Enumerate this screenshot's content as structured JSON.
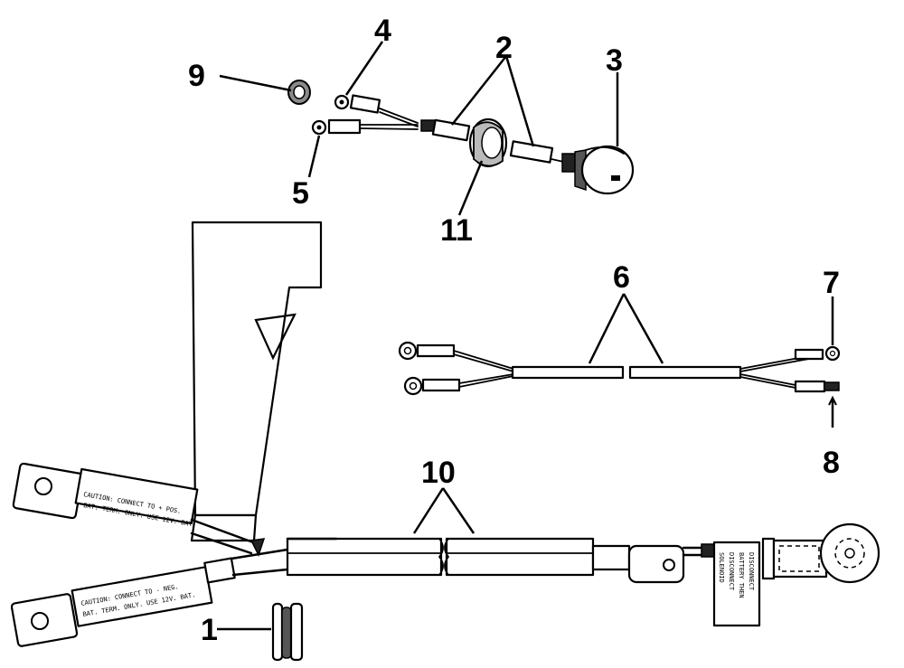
{
  "callouts": {
    "c1": "1",
    "c2": "2",
    "c3": "3",
    "c4": "4",
    "c5": "5",
    "c6": "6",
    "c7": "7",
    "c8": "8",
    "c9": "9",
    "c10": "10",
    "c11": "11"
  },
  "labels": {
    "positive_line1": "CAUTION: CONNECT TO + POS.",
    "positive_line2": "BAT. TERM. ONLY. USE 12V. BAT.",
    "negative_line1": "CAUTION: CONNECT TO - NEG.",
    "negative_line2": "BAT. TERM. ONLY. USE 12V. BAT.",
    "solenoid_line1": "DISCONNECT",
    "solenoid_line2": "BATTERY THEN",
    "solenoid_line3": "DISCONNECT",
    "solenoid_line4": "SOLENOID"
  },
  "colors": {
    "ink": "#000000",
    "background": "#ffffff",
    "shade": "#8a8a8a"
  }
}
